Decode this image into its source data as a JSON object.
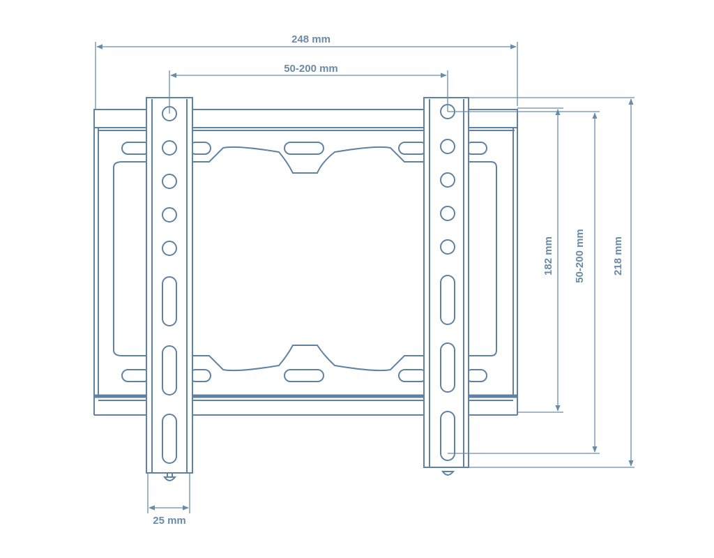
{
  "diagram": {
    "title": "TV wall mount bracket dimensions",
    "line_color": "#5f82a3",
    "dimensions": {
      "overall_width": "248 mm",
      "vesa_horizontal": "50-200 mm",
      "frame_height": "182 mm",
      "vesa_vertical": "50-200 mm",
      "overall_height": "218 mm",
      "arm_width": "25 mm"
    }
  }
}
